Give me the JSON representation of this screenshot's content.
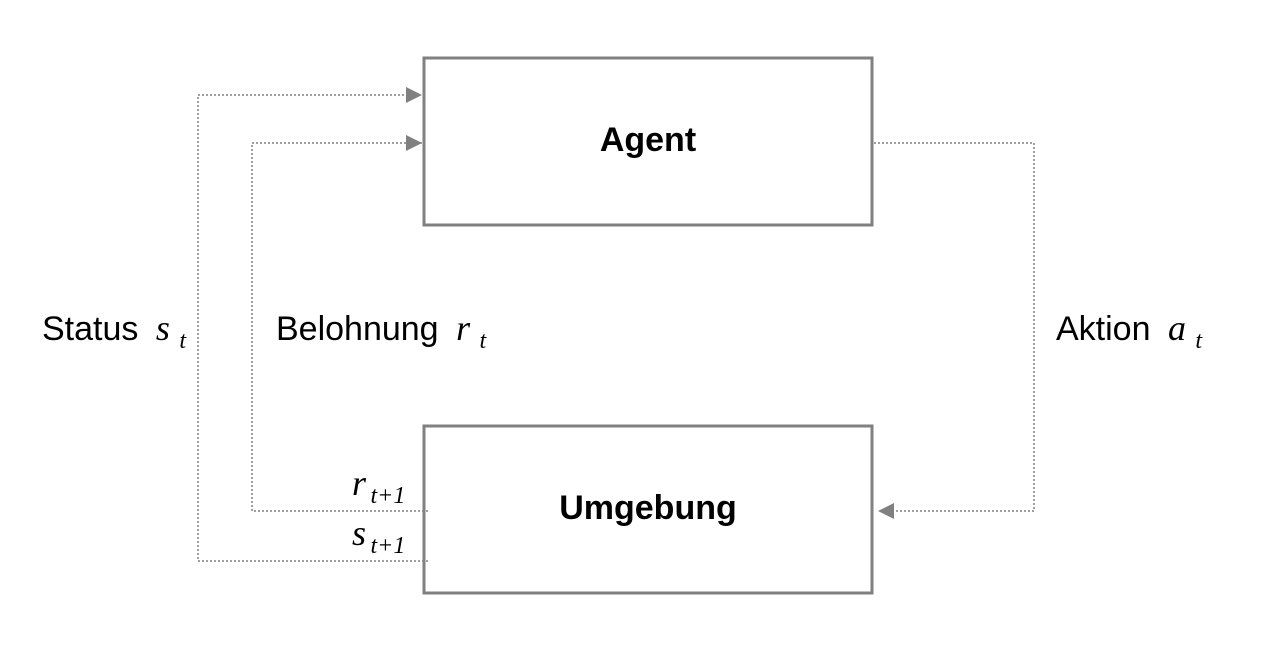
{
  "diagram": {
    "agent_label": "Agent",
    "environment_label": "Umgebung",
    "state_label": "Status",
    "state_var": "s",
    "state_sub": "t",
    "reward_label": "Belohnung",
    "reward_var": "r",
    "reward_sub": "t",
    "action_label": "Aktion",
    "action_var": "a",
    "action_sub": "t",
    "next_reward_var": "r",
    "next_reward_sub": "t+1",
    "next_state_var": "s",
    "next_state_sub": "t+1"
  },
  "colors": {
    "box_border": "#808080",
    "arrow": "#808080",
    "text": "#000000"
  }
}
